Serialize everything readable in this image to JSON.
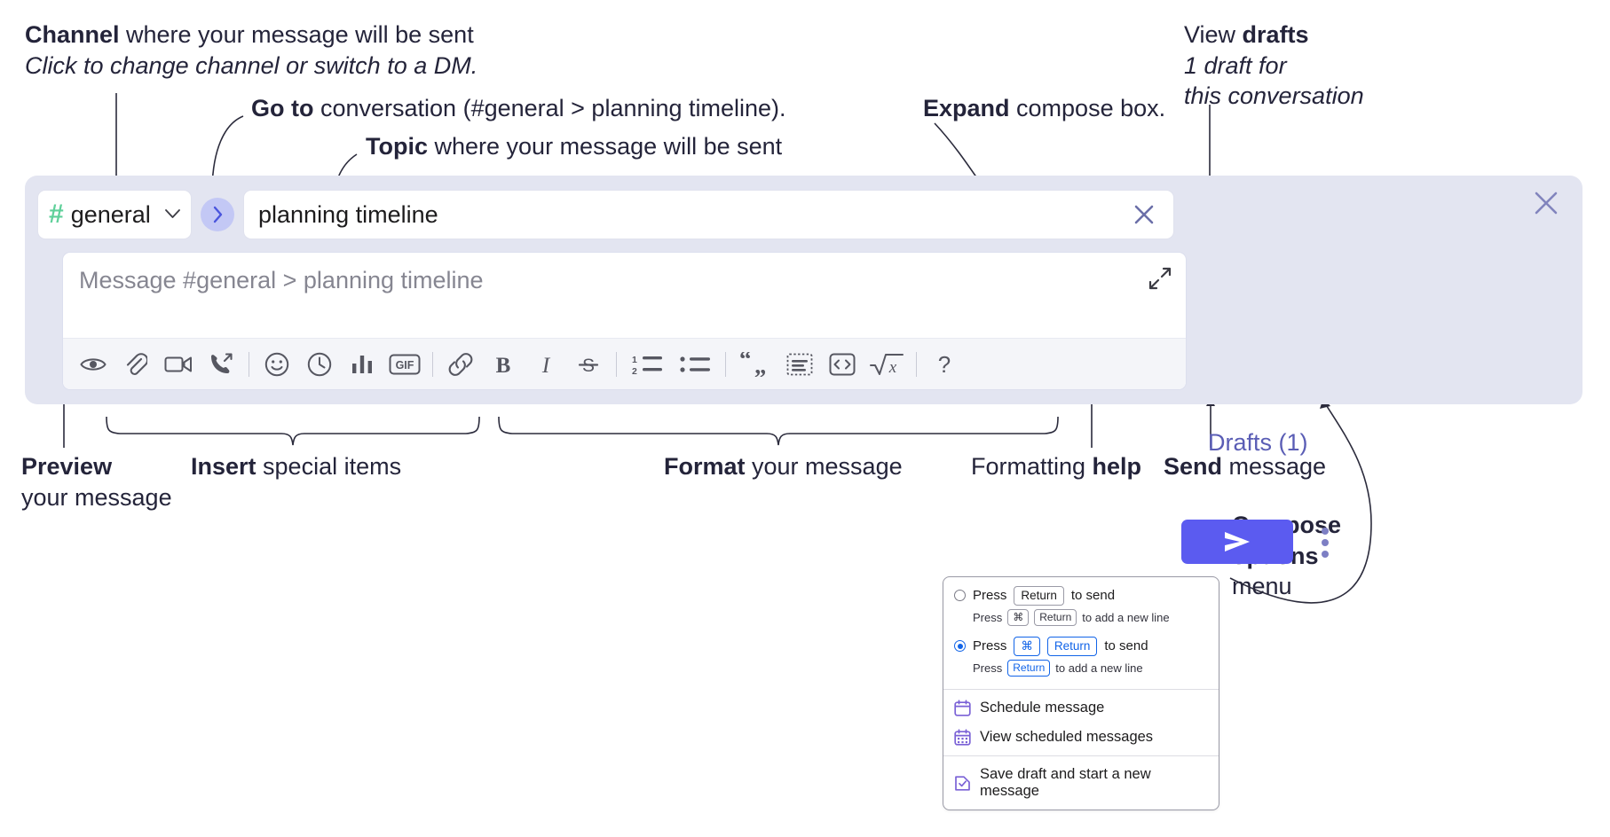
{
  "annotations": {
    "channel": {
      "bold": "Channel",
      "rest": " where your message will be sent",
      "italic": "Click to change channel or switch to a DM."
    },
    "goto": {
      "bold": "Go to",
      "rest": " conversation (#general > planning timeline)."
    },
    "topic": {
      "bold": "Topic",
      "rest": " where your message will be sent"
    },
    "expand": {
      "bold": "Expand",
      "rest": " compose box."
    },
    "drafts": {
      "pre": "View ",
      "bold": "drafts",
      "italic1": "1 draft for",
      "italic2": "this conversation"
    },
    "preview": {
      "bold": "Preview",
      "line2": "your message"
    },
    "insert": {
      "bold": "Insert",
      "rest": " special items"
    },
    "format": {
      "bold": "Format",
      "rest": " your message"
    },
    "help": {
      "pre": "Formatting ",
      "bold": "help"
    },
    "send": {
      "bold": "Send",
      "rest": " message"
    },
    "compose": {
      "bold1": "Compose",
      "bold2": "options",
      "rest": "menu"
    }
  },
  "compose": {
    "channel": {
      "hash": "#",
      "name": "general",
      "chevron": "chevron-down"
    },
    "goto_button": "go-to-conversation",
    "topic": {
      "value": "planning timeline",
      "clear": "close"
    },
    "message": {
      "placeholder": "Message #general > planning timeline"
    },
    "drafts_label": "Drafts (1)",
    "send_label": "send-arrow",
    "toolbar": [
      {
        "name": "preview-icon",
        "label": "Preview"
      },
      {
        "name": "attachment-icon",
        "label": "Attach file"
      },
      {
        "name": "video-icon",
        "label": "Record video clip"
      },
      {
        "name": "audio-call-icon",
        "label": "Record audio clip"
      },
      {
        "sep": true
      },
      {
        "name": "emoji-icon",
        "label": "Emoji"
      },
      {
        "name": "clock-icon",
        "label": "Schedule"
      },
      {
        "name": "poll-icon",
        "label": "Poll"
      },
      {
        "name": "gif-icon",
        "label": "GIF"
      },
      {
        "sep": true
      },
      {
        "name": "link-icon",
        "label": "Link"
      },
      {
        "name": "bold-icon",
        "label": "Bold"
      },
      {
        "name": "italic-icon",
        "label": "Italic"
      },
      {
        "name": "strikethrough-icon",
        "label": "Strikethrough"
      },
      {
        "sep": true
      },
      {
        "name": "ordered-list-icon",
        "label": "Ordered list"
      },
      {
        "name": "bulleted-list-icon",
        "label": "Bulleted list"
      },
      {
        "sep": true
      },
      {
        "name": "blockquote-icon",
        "label": "Blockquote"
      },
      {
        "name": "code-block-icon",
        "label": "Code block"
      },
      {
        "name": "code-icon",
        "label": "Code"
      },
      {
        "name": "math-icon",
        "label": "Math"
      },
      {
        "sep": true
      },
      {
        "name": "help-icon",
        "label": "?"
      }
    ]
  },
  "menu": {
    "option1": {
      "pre": "Press ",
      "key": "Return",
      "post": " to send",
      "sub_pre": "Press ",
      "sub_key1": "⌘",
      "sub_key2": "Return",
      "sub_post": " to add a new line",
      "selected": false
    },
    "option2": {
      "pre": "Press ",
      "key1": "⌘",
      "key2": "Return",
      "post": " to send",
      "sub_pre": "Press ",
      "sub_key": "Return",
      "sub_post": " to add a new line",
      "selected": true
    },
    "items": [
      {
        "icon": "calendar-icon",
        "label": "Schedule message"
      },
      {
        "icon": "calendar-grid-icon",
        "label": "View scheduled messages"
      },
      {
        "icon": "save-draft-icon",
        "label": "Save draft and start a new message"
      }
    ]
  },
  "colors": {
    "panel_bg": "#e3e5f1",
    "accent_purple": "#5b5bf0",
    "drafts_text": "#5a5db5",
    "hash_green": "#5fd09a",
    "goto_pill": "#c3c8f5",
    "toolbar_bg": "#f4f5f9",
    "keyboard_blue": "#1264e8"
  }
}
